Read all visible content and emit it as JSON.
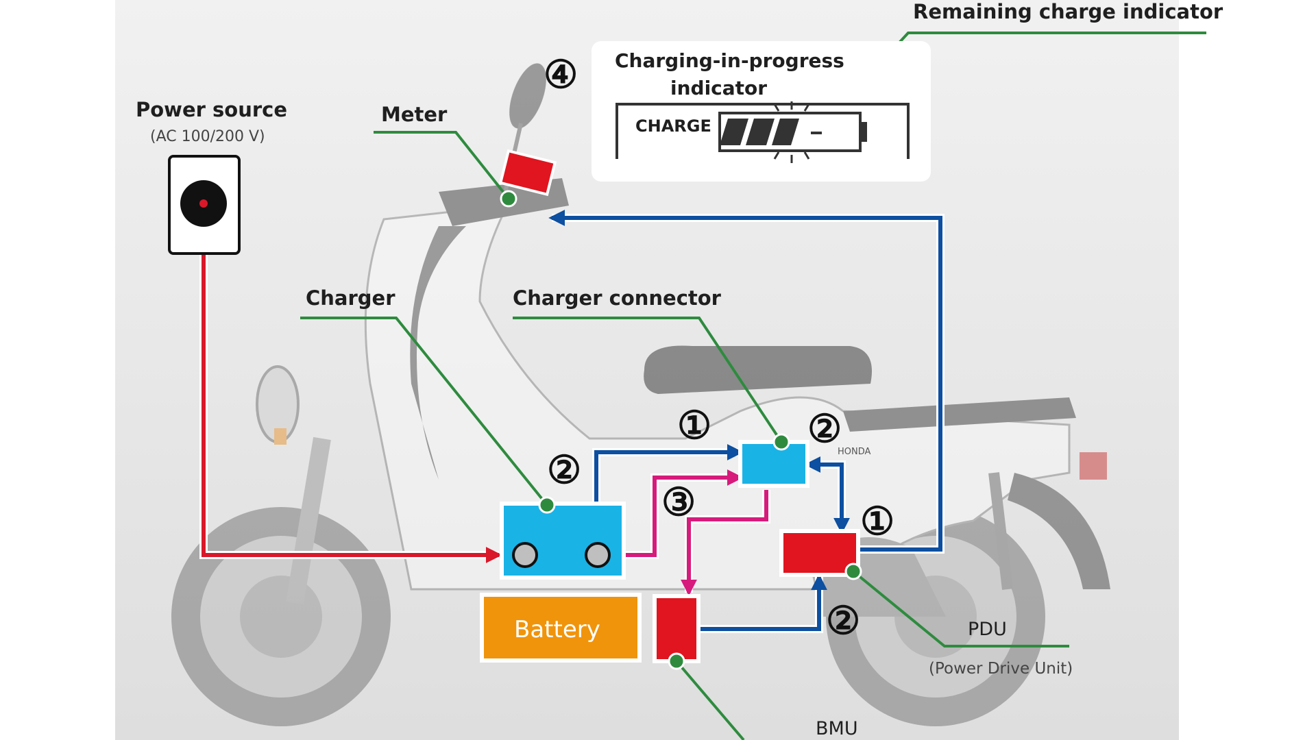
{
  "labels": {
    "power_source": "Power source",
    "power_source_spec": "(AC 100/200 V)",
    "meter": "Meter",
    "charger": "Charger",
    "charger_connector": "Charger connector",
    "remaining_charge": "Remaining charge indicator",
    "charging_progress_line1": "Charging-in-progress",
    "charging_progress_line2": "indicator",
    "charge_display": "CHARGE",
    "battery": "Battery",
    "pdu": "PDU",
    "pdu_full": "(Power Drive Unit)",
    "bmu": "BMU",
    "brand": "HONDA"
  },
  "steps": {
    "meter": "④",
    "connector_in": "①",
    "connector_out": "②",
    "charger_return": "②",
    "charger_feed": "③",
    "pdu_in": "①",
    "bmu_to_pdu": "②"
  },
  "colors": {
    "background": "#ffffff",
    "photo_bg": "#e9e9e9",
    "leader_line": "#2e8b3e",
    "power_line": "#d9182a",
    "signal_line": "#0d4fa0",
    "feed_line": "#d61b7c",
    "component_blue": "#1ab3e6",
    "component_red": "#e0151f",
    "battery_orange": "#f0940c"
  }
}
